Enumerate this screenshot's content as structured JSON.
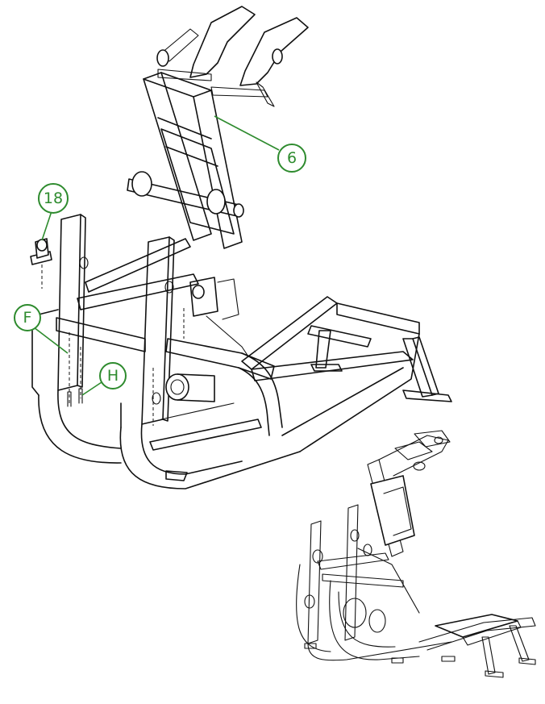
{
  "callouts": {
    "part_6": "6",
    "part_18": "18",
    "part_F": "F",
    "part_H": "H"
  },
  "colors": {
    "line_art": "#111111",
    "callout": "#2e8b2e",
    "background": "#ffffff"
  }
}
